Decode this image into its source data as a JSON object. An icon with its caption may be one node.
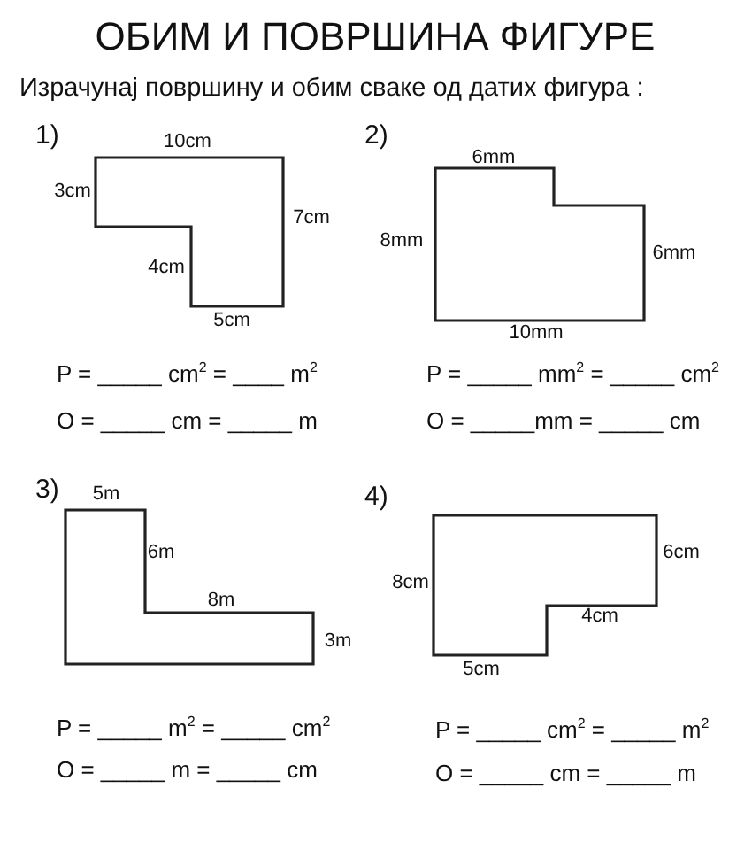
{
  "diagram": {
    "title": "ОБИМ И ПОВРШИНА ФИГУРЕ",
    "nodes": [
      {
        "text": [],
        "shape": "polygon",
        "beside": [
          "10cm",
          "3cm",
          "7cm",
          "4cm",
          "5cm"
        ]
      },
      {
        "text": [],
        "shape": "polygon",
        "beside": [
          "6mm",
          "8mm",
          "6mm",
          "10mm"
        ]
      },
      {
        "text": [],
        "shape": "polygon",
        "beside": [
          "5m",
          "6m",
          "8m",
          "3m"
        ]
      },
      {
        "text": [],
        "shape": "polygon",
        "beside": [
          "6cm",
          "8cm",
          "4cm",
          "5cm"
        ]
      }
    ],
    "labels": [
      "Израчунај површину и обим сваке од датих фигура :",
      "1)",
      "2)",
      "P = _____ cm$^{2}$ = ____ m$^{2}$",
      "P = _____ mm$^{2}$ = _____ cm$^{2}$",
      "O = _____ cm = _____ m",
      "O = _____mm = _____ cm",
      "3)",
      "4)",
      "P = _____ m$^{2}$ = _____ cm$^{2}$",
      "P = _____ cm$^{2}$ = _____ m$^{2}$",
      "O = _____ m = _____ cm",
      "O = _____ cm = _____ m"
    ]
  }
}
